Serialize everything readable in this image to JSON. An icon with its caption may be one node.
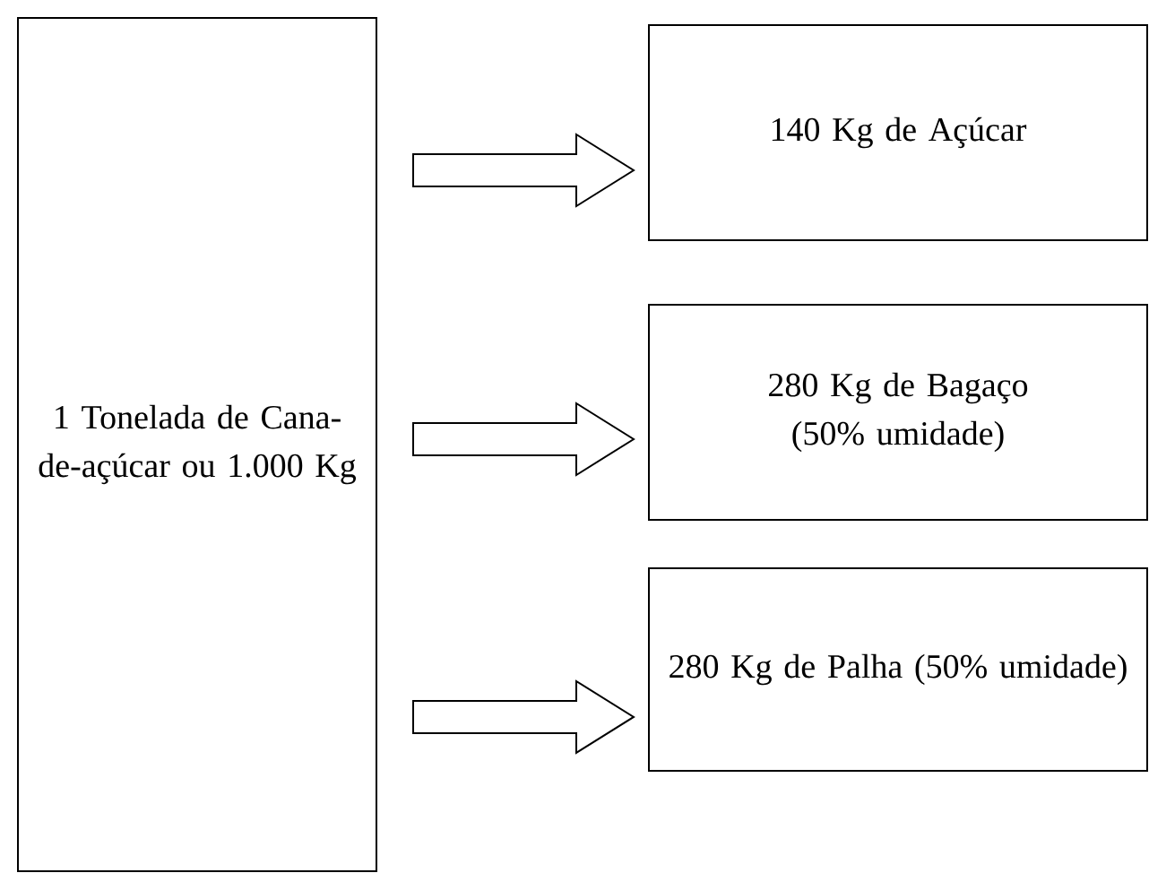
{
  "diagram": {
    "nodes": [
      {
        "text": [
          "1 Tonelada de Cana-de-açúcar ou 1.000 Kg"
        ]
      },
      {
        "text": [
          "140 Kg de Açúcar"
        ]
      },
      {
        "text": [
          "280 Kg de Bagaço (50% umidade)"
        ]
      },
      {
        "text": [
          "280 Kg de Palha (50% umidade)"
        ]
      }
    ],
    "edges": [
      {
        "from": 0,
        "to": 1,
        "arrow": "to"
      },
      {
        "from": 0,
        "to": 2,
        "arrow": "to"
      },
      {
        "from": 0,
        "to": 3,
        "arrow": "to"
      }
    ]
  }
}
